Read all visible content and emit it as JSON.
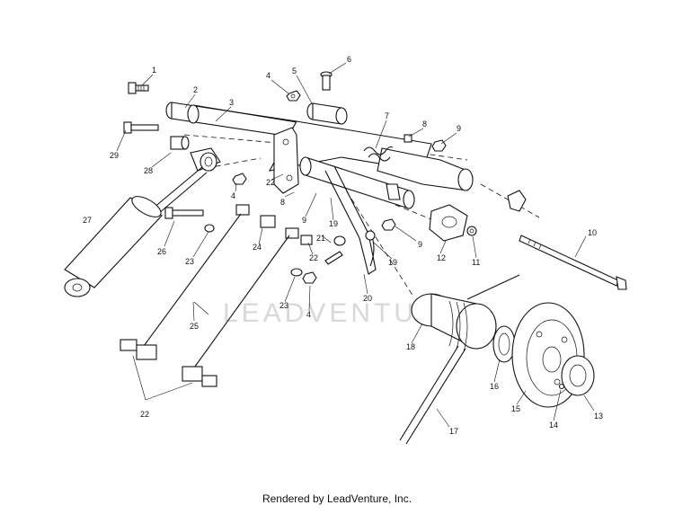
{
  "watermark": "LEADVENTURE",
  "footer": "Rendered by LeadVenture, Inc.",
  "callouts": {
    "c1": "1",
    "c2": "2",
    "c3": "3",
    "c4a": "4",
    "c5": "5",
    "c6": "6",
    "c7": "7",
    "c8a": "8",
    "c9a": "9",
    "c29": "29",
    "c28": "28",
    "c4b": "4",
    "c22a": "22",
    "c8b": "8",
    "c9b": "9",
    "c19a": "19",
    "c27": "27",
    "c26": "26",
    "c23a": "23",
    "c24": "24",
    "c21": "21",
    "c22b": "22",
    "c9c": "9",
    "c12": "12",
    "c11": "11",
    "c10": "10",
    "c19b": "19",
    "c20": "20",
    "c23b": "23",
    "c4c": "4",
    "c25": "25",
    "c18": "18",
    "c16": "16",
    "c15": "15",
    "c14": "14",
    "c13": "13",
    "c17": "17",
    "c22c": "22"
  }
}
